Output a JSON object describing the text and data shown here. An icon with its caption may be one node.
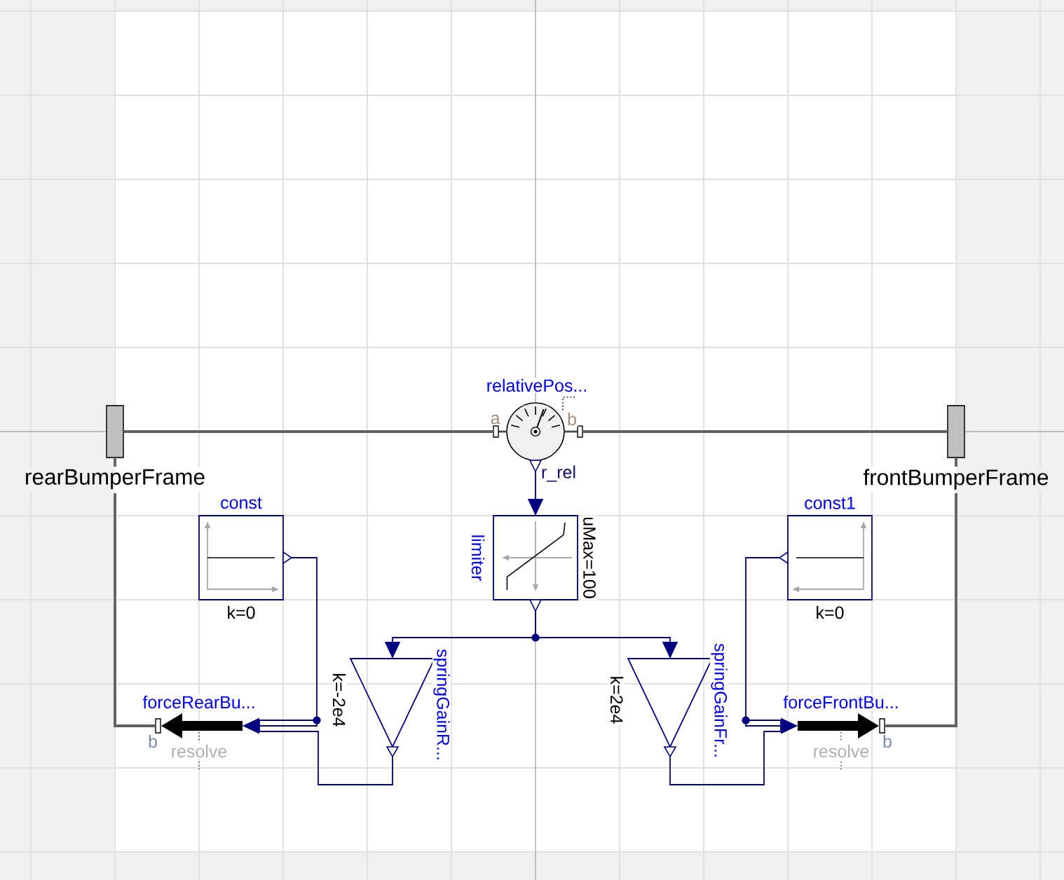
{
  "diagram": {
    "nodes": [
      {
        "text": [
          "rearBumperFrame"
        ]
      },
      {
        "text": [
          "relativePos...",
          "a",
          "b"
        ],
        "beside": [
          "r_rel"
        ]
      },
      {
        "text": [
          "frontBumperFrame"
        ]
      },
      {
        "text": [
          "const",
          "k=0"
        ]
      },
      {
        "text": [
          "limiter",
          "uMax=100"
        ]
      },
      {
        "text": [
          "const1",
          "k=0"
        ]
      },
      {
        "text": [
          "springGainR...",
          "k=-2e4"
        ]
      },
      {
        "text": [
          "springGainFr...",
          "k=2e4"
        ]
      },
      {
        "text": [
          "forceRearBu...",
          "b",
          "resolve"
        ]
      },
      {
        "text": [
          "forceFrontBu...",
          "b",
          "resolve"
        ]
      }
    ],
    "edges": [
      {
        "from": 0,
        "to": 1,
        "arrow": "none",
        "color": "#606060"
      },
      {
        "from": 1,
        "to": 2,
        "arrow": "none",
        "color": "#606060"
      },
      {
        "from": 0,
        "to": 8,
        "arrow": "none",
        "color": "#606060"
      },
      {
        "from": 2,
        "to": 9,
        "arrow": "none",
        "color": "#606060"
      },
      {
        "from": 1,
        "to": 4,
        "arrow": "to"
      },
      {
        "from": 4,
        "to": 6,
        "arrow": "to"
      },
      {
        "from": 4,
        "to": 7,
        "arrow": "to"
      },
      {
        "from": 3,
        "to": 8,
        "arrow": "to"
      },
      {
        "from": 6,
        "to": 8,
        "arrow": "to"
      },
      {
        "from": 5,
        "to": 9,
        "arrow": "to"
      },
      {
        "from": 7,
        "to": 9,
        "arrow": "to"
      }
    ]
  }
}
